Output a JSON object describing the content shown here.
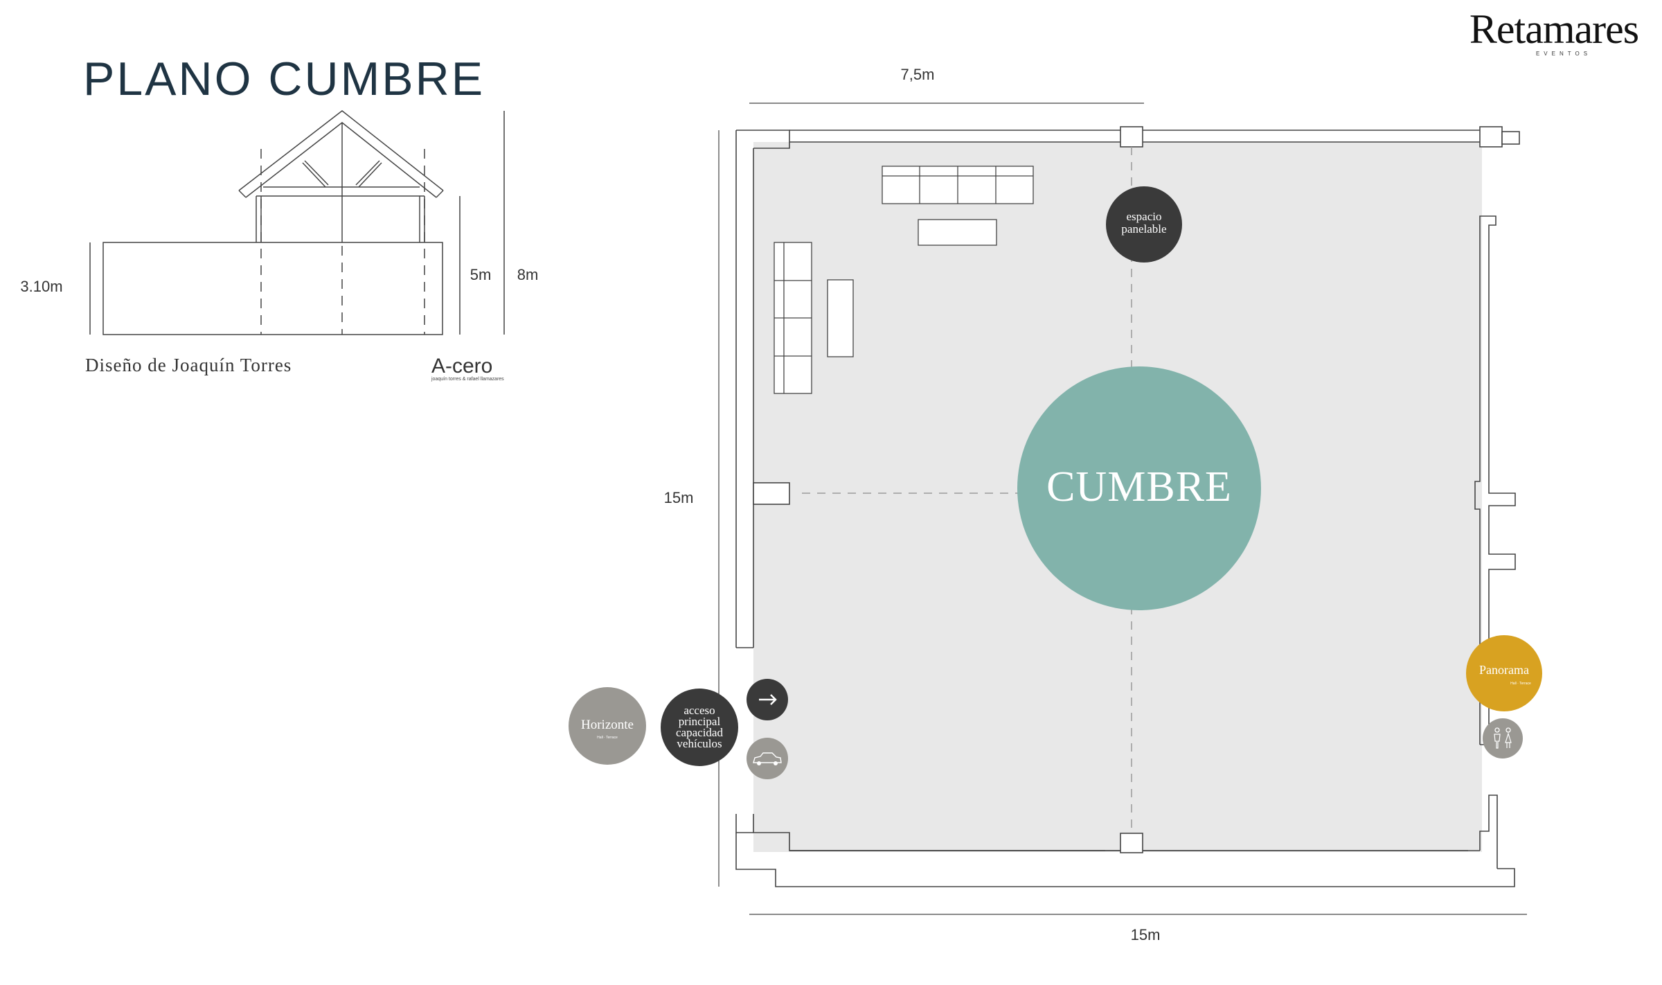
{
  "header": {
    "title": "PLANO CUMBRE",
    "brand": "Retamares",
    "brand_sub": "EVENTOS"
  },
  "elevation": {
    "label_wall": "3.10m",
    "label_mid": "5m",
    "label_total": "8m",
    "credit": "Diseño de Joaquín Torres",
    "architect_logo": "A-cero",
    "architect_sub": "joaquín torres & rafael llamazares"
  },
  "plan": {
    "dim_top": "7,5m",
    "dim_left": "15m",
    "dim_bottom": "15m",
    "venue_name": "CUMBRE",
    "panel_label_1": "espacio",
    "panel_label_2": "panelable"
  },
  "markers": {
    "horizonte": "Horizonte",
    "horizonte_sub": "Hall · Terrace",
    "access_1": "acceso",
    "access_2": "principal",
    "access_3": "capacidad",
    "access_4": "vehículos",
    "panorama": "Panorama",
    "panorama_sub": "Hall · Terrace",
    "arrow_icon": "arrow-right-icon",
    "car_icon": "car-icon",
    "restroom_icon": "restroom-icon"
  },
  "colors": {
    "title": "#1f3443",
    "floor": "#e8e8e8",
    "cumbre": "#82b3ab",
    "dark": "#3a3a3a",
    "grey": "#9a9893",
    "panorama": "#d8a221",
    "line": "#444444"
  }
}
